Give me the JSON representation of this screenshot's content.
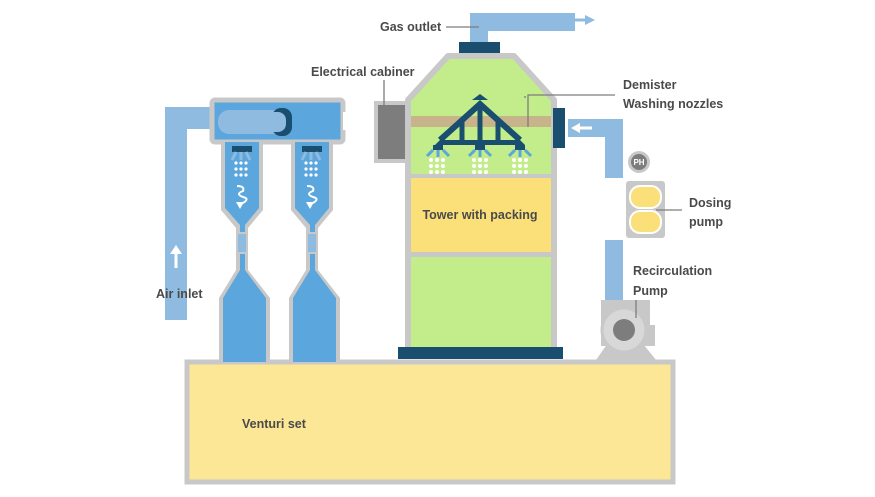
{
  "labels": {
    "gas_outlet": "Gas outlet",
    "electrical_cabinet": "Electrical cabiner",
    "demister": "Demister",
    "washing_nozzles": "Washing nozzles",
    "tower_with_packing": "Tower with packing",
    "dosing_pump_line1": "Dosing",
    "dosing_pump_line2": "pump",
    "recirculation_pump_line1": "Recirculation",
    "recirculation_pump_line2": "Pump",
    "air_inlet": "Air inlet",
    "venturi_set": "Venturi set",
    "ph_sensor": "PH"
  },
  "colors": {
    "pipe_blue": "#8fbbe0",
    "vessel_blue": "#5ba6dc",
    "tower_green": "#c3ec8a",
    "packing_yellow": "#fbe07a",
    "base_yellow": "#fbe796",
    "casing_grey": "#c8c8c8",
    "navy": "#1a4e6e",
    "demister_tan": "#c8b48a",
    "cabinet_grey": "#7d7d7d"
  }
}
